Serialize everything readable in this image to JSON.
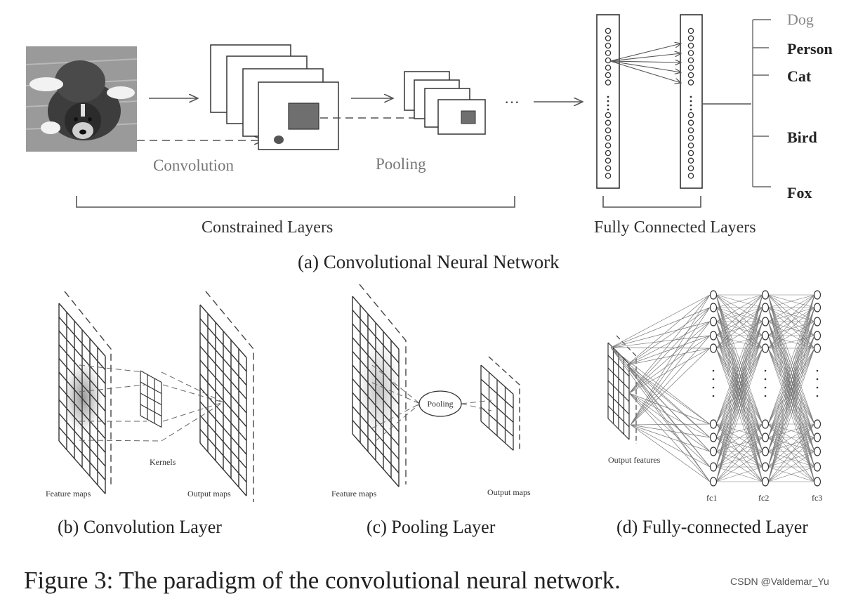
{
  "panel_a": {
    "convolution_label": "Convolution",
    "pooling_label": "Pooling",
    "ellipsis": "···",
    "constrained_label": "Constrained  Layers",
    "fully_connected_label": "Fully Connected Layers",
    "classes": [
      "Dog",
      "Person",
      "Cat",
      "Bird",
      "Fox"
    ],
    "caption": "(a)  Convolutional Neural Network"
  },
  "panel_b": {
    "feature_maps": "Feature maps",
    "kernels": "Kernels",
    "output_maps": "Output maps",
    "caption": "(b)  Convolution Layer"
  },
  "panel_c": {
    "feature_maps": "Feature maps",
    "pooling": "Pooling",
    "output_maps": "Output  maps",
    "caption": "(c)  Pooling Layer"
  },
  "panel_d": {
    "output_features": "Output features",
    "fc1": "fc1",
    "fc2": "fc2",
    "fc3": "fc3",
    "caption": "(d)  Fully-connected Layer"
  },
  "figure_caption": "Figure 3:  The paradigm of the convolutional neural network.",
  "watermark": "CSDN @Valdemar_Yu"
}
